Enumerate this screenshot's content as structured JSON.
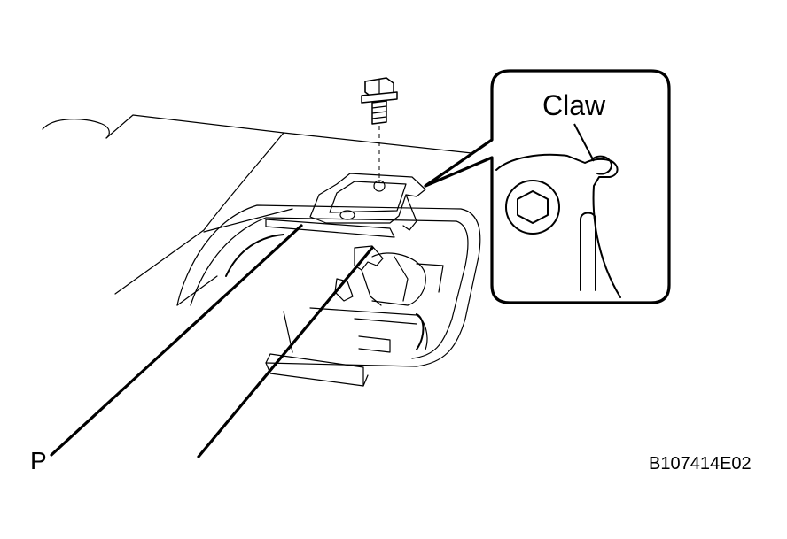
{
  "labels": {
    "claw": "Claw",
    "pointer": "P",
    "figure_code": "B107414E02"
  }
}
